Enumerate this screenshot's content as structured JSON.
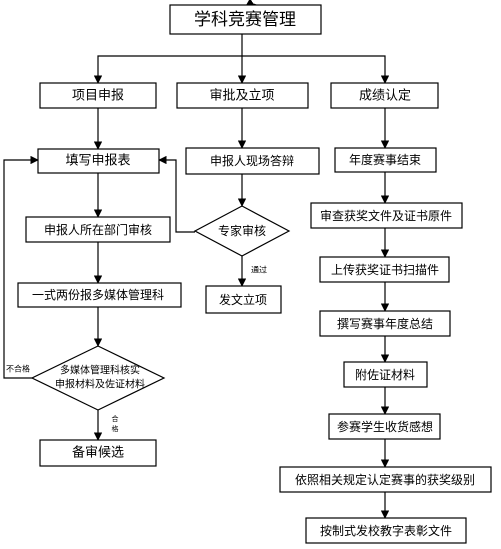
{
  "title": "学科竞赛管理",
  "nodes": {
    "project_apply": "项目申报",
    "approve": "审批及立项",
    "grade": "成绩认定",
    "fill_form": "填写申报表",
    "dept_review": "申报人所在部门审核",
    "multimedia": "一式两份报多媒体管理科",
    "check_line1": "多媒体管理科核实",
    "check_line2": "申报材料及佐证材料",
    "backup": "备审候选",
    "onsite": "申报人现场答辩",
    "expert": "专家审核",
    "publish": "发文立项",
    "year_end": "年度赛事结束",
    "review_docs": "审查获奖文件及证书原件",
    "upload": "上传获奖证书扫描件",
    "summary": "撰写赛事年度总结",
    "attach": "附佐证材料",
    "feedback": "参赛学生收货感想",
    "level": "依照相关规定认定赛事的获奖级别",
    "doc": "按制式发校教字表彰文件"
  },
  "edge_labels": {
    "fail": "不合格",
    "pass_1": "合",
    "pass_2": "格",
    "passed": "通过"
  }
}
